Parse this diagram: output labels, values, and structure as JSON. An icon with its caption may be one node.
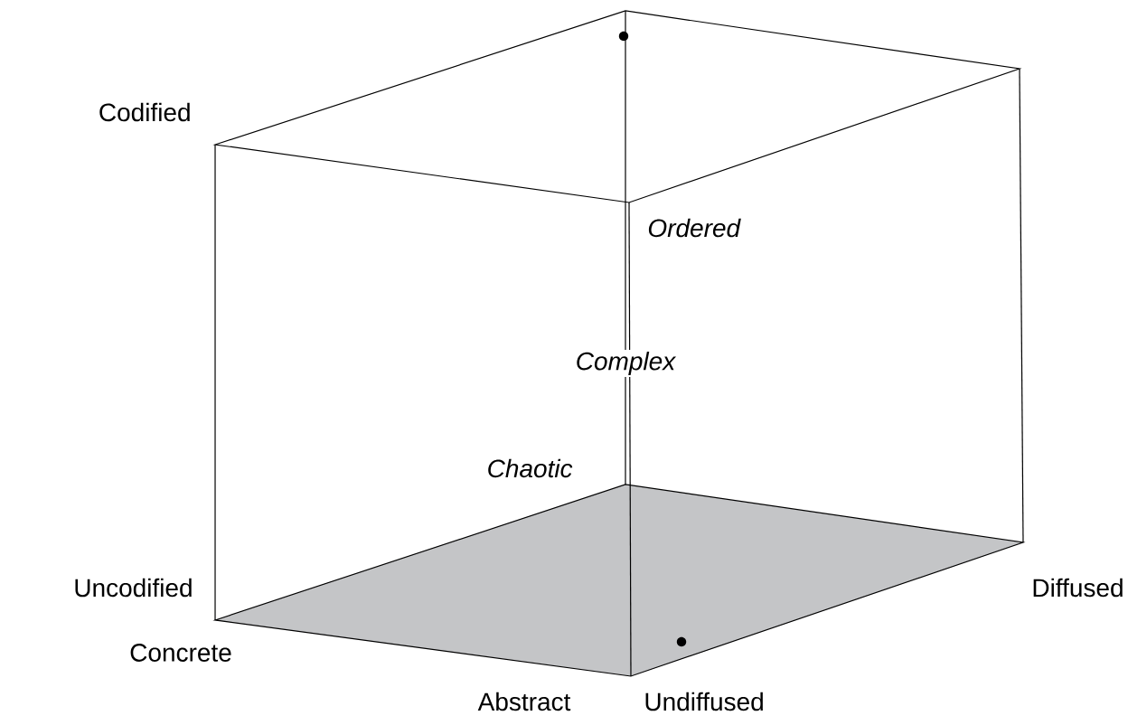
{
  "diagram": {
    "labels": [
      "Codified",
      "Ordered",
      "Complex",
      "Chaotic",
      "Uncodified",
      "Diffused",
      "Concrete",
      "Abstract",
      "Undiffused"
    ]
  }
}
